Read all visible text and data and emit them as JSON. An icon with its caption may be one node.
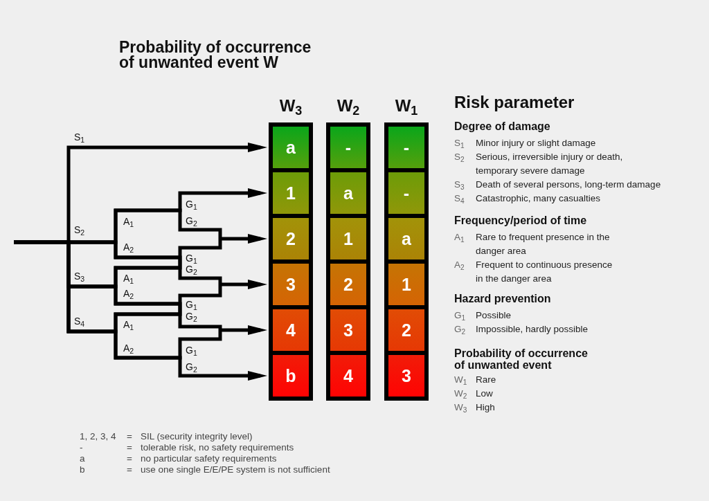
{
  "diagram": {
    "title": "Probability of occurrence of unwanted event W",
    "nodes": [
      {
        "text": [
          "W$_{3}$"
        ]
      },
      {
        "text": [
          "a"
        ],
        "in": 0
      },
      {
        "text": [
          "1"
        ],
        "in": 0
      },
      {
        "text": [
          "2"
        ],
        "in": 0
      },
      {
        "text": [
          "3"
        ],
        "in": 0
      },
      {
        "text": [
          "4"
        ],
        "in": 0
      },
      {
        "text": [
          "b"
        ],
        "in": 0
      },
      {
        "text": [
          "W$_{2}$"
        ]
      },
      {
        "text": [
          "-"
        ],
        "in": 7
      },
      {
        "text": [
          "a"
        ],
        "in": 7
      },
      {
        "text": [
          "1"
        ],
        "in": 7
      },
      {
        "text": [
          "2"
        ],
        "in": 7
      },
      {
        "text": [
          "3"
        ],
        "in": 7
      },
      {
        "text": [
          "4"
        ],
        "in": 7
      },
      {
        "text": [
          "W$_{1}$"
        ]
      },
      {
        "text": [
          "-"
        ],
        "in": 14
      },
      {
        "text": [
          "-"
        ],
        "in": 14
      },
      {
        "text": [
          "a"
        ],
        "in": 14
      },
      {
        "text": [
          "1"
        ],
        "in": 14
      },
      {
        "text": [
          "2"
        ],
        "in": 14
      },
      {
        "text": [
          "3"
        ],
        "in": 14
      }
    ],
    "edges": [
      {
        "from": null,
        "to": 1,
        "arrow": "to"
      },
      {
        "from": null,
        "to": 2,
        "arrow": "to"
      },
      {
        "from": null,
        "to": 3,
        "arrow": "to"
      },
      {
        "from": null,
        "to": 4,
        "arrow": "to"
      },
      {
        "from": null,
        "to": 5,
        "arrow": "to"
      },
      {
        "from": null,
        "to": 6,
        "arrow": "to"
      }
    ],
    "labels": [
      "S$_{1}$",
      "G$_{1}$",
      "A$_{1}$",
      "G$_{2}$",
      "S$_{2}$",
      "A$_{2}$",
      "G$_{1}$",
      "G$_{2}$",
      "S$_{3}$",
      "A$_{1}$",
      "A$_{2}$",
      "G$_{1}$",
      "G$_{2}$",
      "S$_{4}$",
      "A$_{1}$",
      "A$_{2}$",
      "G$_{1}$",
      "G$_{2}$",
      "Risk parameter",
      "Degree of damage",
      "S$_{1}$",
      "Minor injury or slight damage",
      "S$_{2}$",
      "Serious, irreversible injury or death, temporary severe damage",
      "S$_{3}$",
      "Death of several persons, long-term damage",
      "S$_{4}$",
      "Catastrophic, many casualties",
      "Frequency/period of time",
      "A$_{1}$",
      "Rare to frequent presence in the danger area",
      "A$_{2}$",
      "Frequent to continuous presence in the danger area",
      "Hazard prevention",
      "G$_{1}$",
      "Possible",
      "G$_{2}$",
      "Impossible, hardly possible",
      "Probability of occurrence of unwanted event",
      "W$_{1}$",
      "Rare",
      "W$_{2}$",
      "Low",
      "W$_{3}$",
      "High",
      "1, 2, 3, 4",
      "=",
      "SIL (security integrity level)",
      "-",
      "=",
      "tolerable risk, no safety requirements",
      "a",
      "=",
      "no particular safety requirements",
      "b",
      "=",
      "use one single E/E/PE system is not sufficient"
    ]
  }
}
